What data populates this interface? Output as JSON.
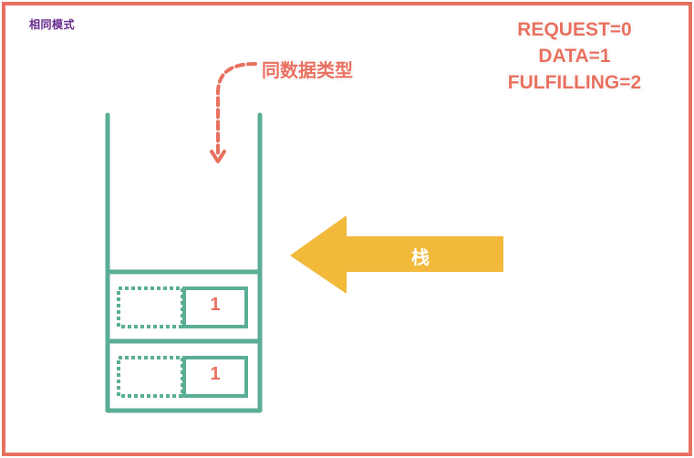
{
  "mode_label": "相同模式",
  "legend": {
    "line1": "REQUEST=0",
    "line2": "DATA=1",
    "line3": "FULFILLING=2"
  },
  "annotation": "同数据类型",
  "stack_label": "栈",
  "nodes": [
    {
      "value": "1"
    },
    {
      "value": "1"
    }
  ],
  "colors": {
    "frame": "#e8705f",
    "stack": "#5aae96",
    "arrow": "#f2b93b",
    "accent": "#e8705f"
  }
}
